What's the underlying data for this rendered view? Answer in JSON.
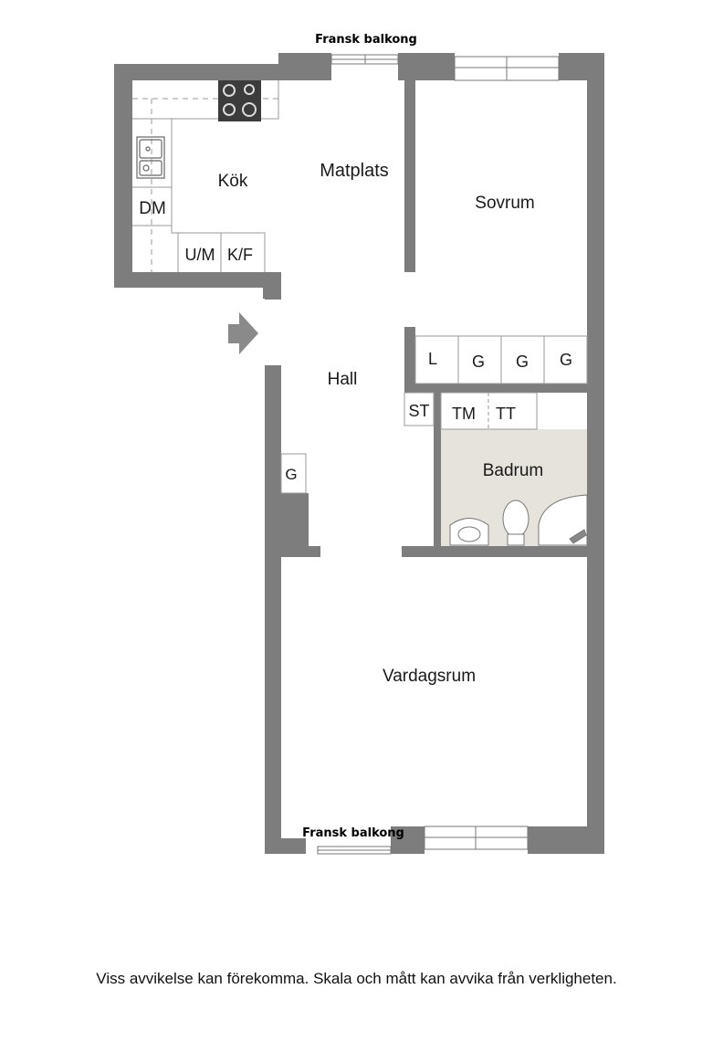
{
  "rooms": {
    "kok": "Kök",
    "matplats": "Matplats",
    "sovrum": "Sovrum",
    "hall": "Hall",
    "badrum": "Badrum",
    "vardagsrum": "Vardagsrum"
  },
  "fixtures": {
    "dm": "DM",
    "um": "U/M",
    "kf": "K/F",
    "wardrobe_l": "L",
    "wardrobe_g1": "G",
    "wardrobe_g2": "G",
    "wardrobe_g3": "G",
    "st": "ST",
    "tm": "TM",
    "tt": "TT",
    "hall_g": "G"
  },
  "balconies": {
    "top": "Fransk balkong",
    "bottom": "Fransk balkong"
  },
  "disclaimer": "Viss avvikelse kan förekomma. Skala och mått kan avvika från verkligheten.",
  "colors": {
    "wall": "#7d7d7d",
    "bathroom_floor": "#e6e3dd",
    "arrow": "#8a8a8a"
  }
}
